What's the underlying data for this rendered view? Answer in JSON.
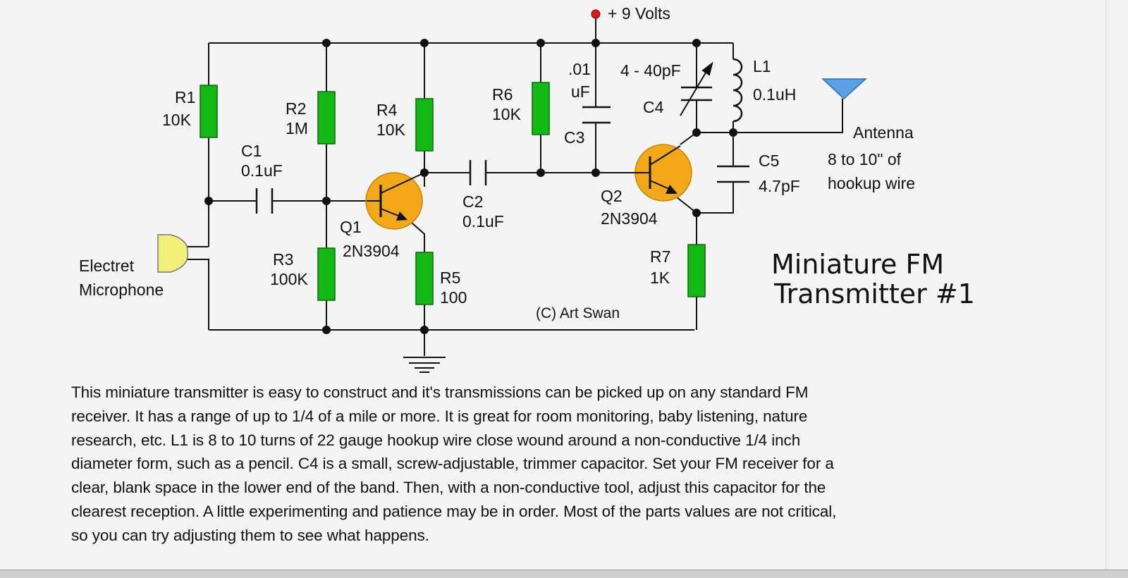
{
  "title_lines": [
    "Miniature FM",
    "Transmitter #1"
  ],
  "copyright": "(C) Art Swan",
  "supply_label": "+ 9 Volts",
  "resistors": {
    "r1": {
      "name": "R1",
      "value": "10K"
    },
    "r2": {
      "name": "R2",
      "value": "1M"
    },
    "r3": {
      "name": "R3",
      "value": "100K"
    },
    "r4": {
      "name": "R4",
      "value": "10K"
    },
    "r5": {
      "name": "R5",
      "value": "100"
    },
    "r6": {
      "name": "R6",
      "value": "10K"
    },
    "r7": {
      "name": "R7",
      "value": "1K"
    }
  },
  "capacitors": {
    "c1": {
      "name": "C1",
      "value": "0.1uF"
    },
    "c2": {
      "name": "C2",
      "value": "0.1uF"
    },
    "c3": {
      "name": "C3",
      "value_line1": ".01",
      "value_line2": "uF"
    },
    "c4": {
      "name": "C4",
      "value": "4 - 40pF"
    },
    "c5": {
      "name": "C5",
      "value": "4.7pF"
    }
  },
  "inductor": {
    "name": "L1",
    "value": "0.1uH"
  },
  "transistors": {
    "q1": {
      "name": "Q1",
      "part": "2N3904"
    },
    "q2": {
      "name": "Q2",
      "part": "2N3904"
    }
  },
  "microphone": {
    "line1": "Electret",
    "line2": "Microphone"
  },
  "antenna": {
    "line1": "Antenna",
    "line2": "8 to 10\" of",
    "line3": "hookup wire"
  },
  "description_lines": [
    "This miniature transmitter is easy to construct and it's transmissions can be picked up on any standard FM",
    "receiver. It has a range of up to 1/4 of a mile or more. It is great for room monitoring, baby listening, nature",
    "research, etc. L1 is 8 to 10 turns of 22 gauge hookup wire close wound around a non-conductive 1/4 inch",
    "diameter form, such as a pencil. C4 is a small, screw-adjustable, trimmer capacitor. Set your FM receiver for a",
    "clear, blank space in the lower end of the band. Then, with a non-conductive tool, adjust this capacitor for the",
    "clearest reception. A little experimenting and patience may be in order. Most of the parts values are not critical,",
    "so you can try adjusting them to see what happens."
  ],
  "colors": {
    "resistor": "#14b814",
    "transistor": "#f2a818",
    "microphone": "#f4ee7a",
    "antenna": "#5aa0e6",
    "supply_dot": "#e01818",
    "wire": "#111111"
  }
}
